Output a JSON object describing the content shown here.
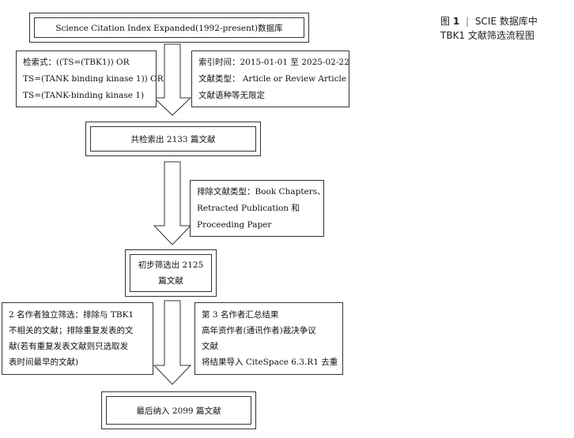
{
  "caption": {
    "figure_label": "图",
    "figure_number": "1",
    "separator": "|",
    "title_line1": "SCIE 数据库中",
    "title_line2": "TBK1 文献筛选流程图"
  },
  "flow": {
    "source": "Science Citation Index Expanded(1992-present)数据库",
    "search_query": {
      "line1": "检索式：((TS=(TBK1)) OR",
      "line2": "TS=(TANK binding kinase 1)) OR",
      "line3": "TS=(TANK-binding kinase 1)"
    },
    "search_scope": {
      "line1": "索引时间：2015-01-01 至 2025-02-22",
      "line2": "文献类型： Article or Review Article",
      "line3": "文献语种等无限定"
    },
    "total_retrieved": "共检索出 2133 篇文献",
    "exclusion": {
      "line1": "排除文献类型：Book Chapters、",
      "line2": "Retracted Publication 和",
      "line3": "Proceeding Paper"
    },
    "initial_screen": {
      "line1": "初步筛选出 2125",
      "line2": "篇文献"
    },
    "independent_screen": {
      "line1": "2 名作者独立筛选：排除与 TBK1",
      "line2": "不相关的文献；排除重复发表的文",
      "line3": "献(若有重复发表文献则只选取发",
      "line4": "表时间最早的文献)"
    },
    "third_author": {
      "line1": "第 3 名作者汇总结果",
      "line2": "高年资作者(通讯作者)裁决争议",
      "line3": "文献",
      "line4": "将结果导入 CiteSpace 6.3.R1 去重"
    },
    "final_included": "最后纳入 2099 篇文献"
  }
}
